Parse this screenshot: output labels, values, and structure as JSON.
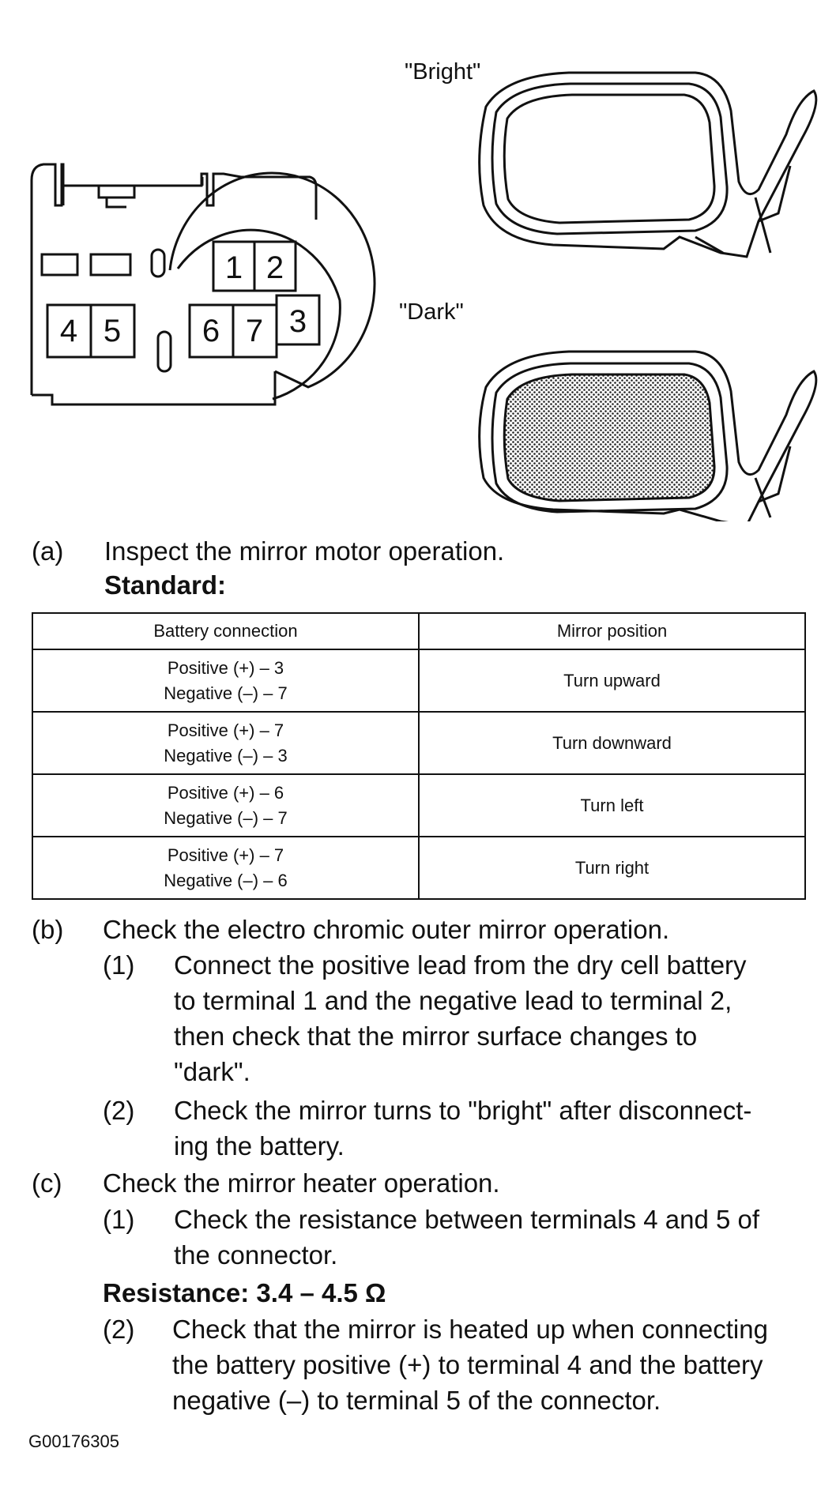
{
  "figure": {
    "bright_label": "\"Bright\"",
    "dark_label": "\"Dark\"",
    "terminals": [
      "1",
      "2",
      "3",
      "4",
      "5",
      "6",
      "7"
    ]
  },
  "step_a": {
    "marker": "(a)",
    "text": "Inspect the mirror motor operation.",
    "standard_label": "Standard:"
  },
  "table": {
    "headers": [
      "Battery connection",
      "Mirror position"
    ],
    "rows": [
      {
        "positive": "Positive (+) – 3",
        "negative": "Negative (–) – 7",
        "position": "Turn upward"
      },
      {
        "positive": "Positive (+) – 7",
        "negative": "Negative (–) – 3",
        "position": "Turn downward"
      },
      {
        "positive": "Positive (+) – 6",
        "negative": "Negative (–) – 7",
        "position": "Turn left"
      },
      {
        "positive": "Positive (+) – 7",
        "negative": "Negative (–) – 6",
        "position": "Turn right"
      }
    ]
  },
  "step_b": {
    "marker": "(b)",
    "text": "Check the electro chromic outer mirror operation.",
    "sub1_marker": "(1)",
    "sub1_lines": [
      "Connect the positive lead from the dry cell battery",
      "to terminal 1 and the negative lead to terminal 2,",
      "then check that the mirror surface changes to",
      "\"dark\"."
    ],
    "sub2_marker": "(2)",
    "sub2_lines": [
      "Check the mirror turns to \"bright\" after disconnect-",
      "ing the battery."
    ]
  },
  "step_c": {
    "marker": "(c)",
    "text": "Check the mirror heater operation.",
    "sub1_marker": "(1)",
    "sub1_lines": [
      "Check the resistance between terminals 4 and 5 of",
      "the connector."
    ],
    "resistance_label": "Resistance: 3.4 – 4.5 Ω",
    "sub2_marker": "(2)",
    "sub2_lines": [
      "Check that the mirror is heated up when connecting",
      "the battery positive (+) to terminal 4 and the battery",
      "negative (–) to terminal 5 of the connector."
    ]
  },
  "figure_code": "G00176305"
}
